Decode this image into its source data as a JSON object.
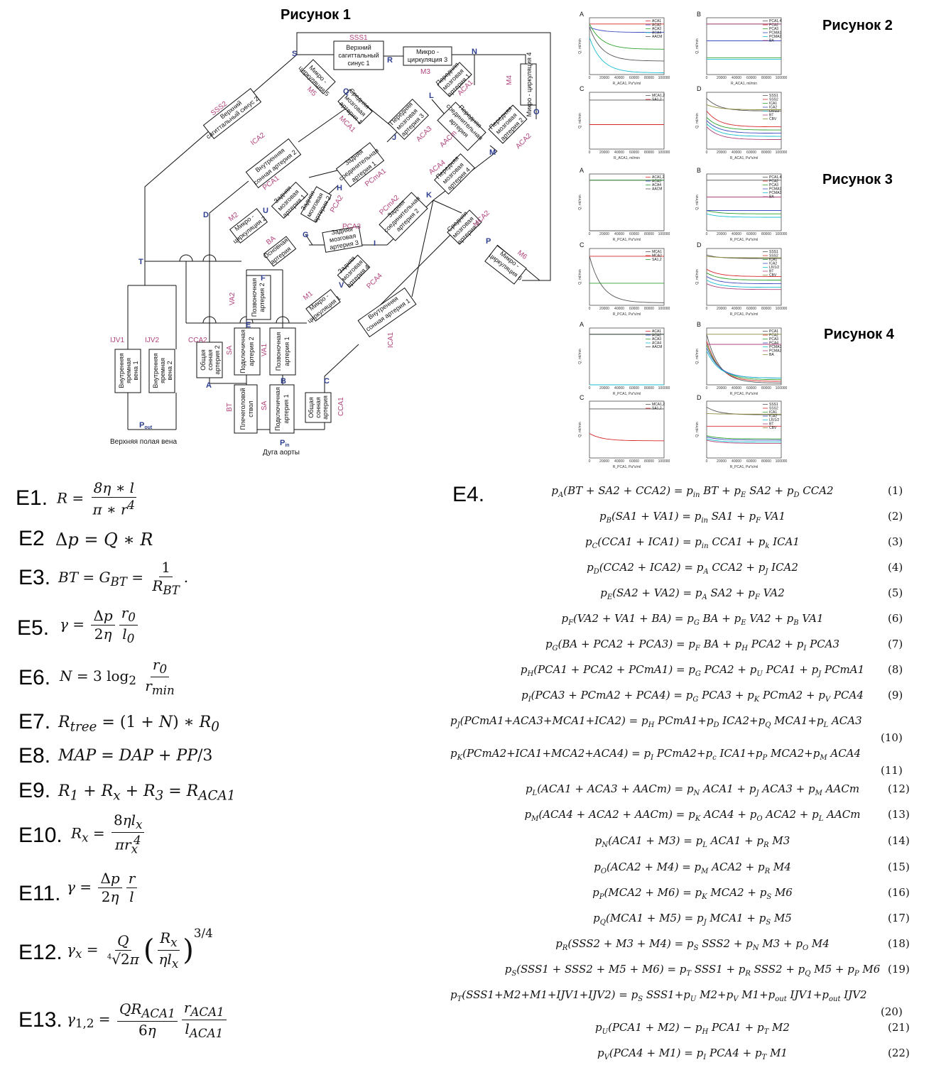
{
  "figures": {
    "fig1_title": "Рисунок 1",
    "fig2_title": "Рисунок 2",
    "fig3_title": "Рисунок 3",
    "fig4_title": "Рисунок 4"
  },
  "diagram": {
    "nodes": [
      "S",
      "R",
      "N",
      "O",
      "L",
      "J",
      "M",
      "K",
      "D",
      "U",
      "H",
      "G",
      "I",
      "P",
      "T",
      "F",
      "E",
      "V",
      "A",
      "B",
      "C"
    ],
    "vessel_labels": [
      "SSS1",
      "SSS2",
      "M3",
      "M4",
      "M5",
      "ACA1",
      "ACA2",
      "ACA3",
      "AACm",
      "MCA1",
      "ICA2",
      "PCA1",
      "PCmA1",
      "ACA4",
      "M2",
      "PCA2",
      "PCA3",
      "PCmA2",
      "MCA2",
      "BA",
      "M6",
      "VA2",
      "M1",
      "PCA4",
      "IJV1",
      "IJV2",
      "CCA2",
      "SA",
      "VA1",
      "BT",
      "SA",
      "ICA1",
      "CCA1"
    ],
    "boxes": {
      "sss1": "Верхний сагиттальный синус 1",
      "m3": "Микро - циркуляция 3",
      "m4": "Микро - циркуляция 4",
      "m5": "Микро - циркуляция 5",
      "mca1": "Средняя мозговая артерия 1",
      "aca1": "Передняя мозговая артерия 1",
      "sss2": "Верхний сагиттальный синус 2",
      "aca3": "Передняя мозговая артерия 3",
      "aacm": "Передняя соединительная артерия",
      "aca2": "Передняя мозговая артерия 2",
      "ica2": "Внутренняя сонная артерия 2",
      "pcma1": "Задняя соединительная артерия 1",
      "pca1": "Задняя мозговая артерия 1",
      "pca2": "Задняя мозговая артерия 2",
      "aca4": "Передняя мозговая артерия 4",
      "m2": "Микро - циркуляция 2",
      "pcma2": "Задняя соединительная артерия 2",
      "pca3": "Задняя мозговая артерия 3",
      "mca2": "Средняя мозговая артерия 2",
      "ba": "Основная артерия",
      "m6": "Микро - циркуляция 6",
      "pca4": "Задняя мозговая артерия 4",
      "va2": "Позвоночная артерия 2",
      "m1": "Микро - циркуляция 1",
      "ica1": "Внутренняя сонная артерия 1",
      "ijv1": "Внутренняя яремная вена 1",
      "ijv2": "Внутренняя яремная вена 2",
      "cca2": "Общая сонная артерия 2",
      "sa2": "Подключичная артерия 2",
      "va1": "Позвоночная артерия 1",
      "bt": "Плечеголовой ствол",
      "sa1": "Подключичная артерия 1",
      "cca1": "Общая сонная артерия"
    },
    "p_out": "P",
    "p_out_sub": "out",
    "p_in": "P",
    "p_in_sub": "in",
    "svc": "Верхняя полая вена",
    "aortic_arch": "Дуга аорты"
  },
  "equations": {
    "E1": "E1.",
    "E2": "E2",
    "E3": "E3.",
    "E4": "E4.",
    "E5": "E5.",
    "E6": "E6.",
    "E7": "E7.",
    "E8": "E8.",
    "E9": "E9.",
    "E10": "E10.",
    "E11": "E11.",
    "E12": "E12.",
    "E13": "E13."
  },
  "e4_lines": [
    {
      "text": "p_A(BT + SA2 + CCA2) = p_in BT + p_E SA2 + p_D CCA2",
      "num": "(1)"
    },
    {
      "text": "p_B(SA1 + VA1) = p_in SA1 + p_F VA1",
      "num": "(2)"
    },
    {
      "text": "p_C(CCA1 + ICA1) = p_in CCA1 + p_k ICA1",
      "num": "(3)"
    },
    {
      "text": "p_D(CCA2 + ICA2) = p_A CCA2 + p_J ICA2",
      "num": "(4)"
    },
    {
      "text": "p_E(SA2 + VA2) = p_A SA2 + p_F VA2",
      "num": "(5)"
    },
    {
      "text": "p_F(VA2 + VA1 + BA) = p_G BA + p_E VA2 + p_B VA1",
      "num": "(6)"
    },
    {
      "text": "p_G(BA + PCA2 + PCA3) = p_F BA + p_H PCA2 + p_I PCA3",
      "num": "(7)"
    },
    {
      "text": "p_H(PCA1 + PCA2 + PCmA1) = p_G PCA2 + p_U PCA1 + p_J PCmA1",
      "num": "(8)"
    },
    {
      "text": "p_I(PCA3 + PCmA2 + PCA4) = p_G PCA3 + p_K PCmA2 + p_V PCA4",
      "num": "(9)"
    },
    {
      "text": "p_J(PCmA1+ACA3+MCA1+ICA2) = p_H PCmA1+p_D ICA2+p_Q MCA1+p_L ACA3",
      "num": "(10)"
    },
    {
      "text": "p_K(PCmA2+ICA1+MCA2+ACA4) = p_I PCmA2+p_c ICA1+p_P MCA2+p_M ACA4",
      "num": "(11)"
    },
    {
      "text": "p_L(ACA1 + ACA3 + AACm) = p_N ACA1 + p_J ACA3 + p_M AACm",
      "num": "(12)"
    },
    {
      "text": "p_M(ACA4 + ACA2 + AACm) = p_K ACA4 + p_O ACA2 + p_L AACm",
      "num": "(13)"
    },
    {
      "text": "p_N(ACA1 + M3) = p_L ACA1 + p_R M3",
      "num": "(14)"
    },
    {
      "text": "p_O(ACA2 + M4) = p_M ACA2 + p_R M4",
      "num": "(15)"
    },
    {
      "text": "p_P(MCA2 + M6) = p_K MCA2 + p_S M6",
      "num": "(16)"
    },
    {
      "text": "p_Q(MCA1 + M5) = p_J MCA1 + p_S M5",
      "num": "(17)"
    },
    {
      "text": "p_R(SSS2 + M3 + M4) = p_S SSS2 + p_N M3 + p_O M4",
      "num": "(18)"
    },
    {
      "text": "p_S(SSS1 + SSS2 + M5 + M6) = p_T SSS1 + p_R SSS2 + p_Q M5 + p_P M6",
      "num": "(19)"
    },
    {
      "text": "p_T(SSS1+M2+M1+IJV1+IJV2) = p_S SSS1+p_U M2+p_V M1+p_out IJV1+p_out IJV2",
      "num": "(20)"
    },
    {
      "text": "p_U(PCA1 + M2) − p_H PCA1 + p_T M2",
      "num": "(21)"
    },
    {
      "text": "p_V(PCA4 + M1) = p_I PCA4 + p_T M1",
      "num": "(22)"
    }
  ],
  "chart_data": [
    {
      "type": "line",
      "panel": "Рисунок 2 A",
      "xlabel": "R_ACA1, Pa*s/ml",
      "ylabel": "Q, ml/min",
      "xlim": [
        0,
        100000
      ],
      "x": [
        0,
        100000
      ],
      "series": [
        {
          "name": "ACA1",
          "color": "#d62728",
          "y_start": 150,
          "y_end": 150
        },
        {
          "name": "ACA2",
          "color": "#3b4cc0",
          "y_start": 140,
          "y_end": 125
        },
        {
          "name": "ACA3",
          "color": "#2ca02c",
          "y_start": 150,
          "y_end": 75
        },
        {
          "name": "ACA4",
          "color": "#17becf",
          "y_start": 110,
          "y_end": 5
        },
        {
          "name": "AACM",
          "color": "#555555",
          "y_start": 140,
          "y_end": 40
        }
      ]
    },
    {
      "type": "line",
      "panel": "Рисунок 2 B",
      "xlabel": "R_ACA1, ml/min",
      "ylabel": "Q, ml/min",
      "xlim": [
        0,
        100000
      ],
      "series": [
        {
          "name": "PCA1,4",
          "color": "#555555",
          "y_start": 150,
          "y_end": 150
        },
        {
          "name": "PCA2",
          "color": "#d62728",
          "y_start": 100,
          "y_end": 100
        },
        {
          "name": "PCA3",
          "color": "#2ca02c",
          "y_start": 50,
          "y_end": 50
        },
        {
          "name": "PCMA1",
          "color": "#3b4cc0",
          "y_start": 100,
          "y_end": 100
        },
        {
          "name": "PCMA2",
          "color": "#17becf",
          "y_start": 45,
          "y_end": 45
        },
        {
          "name": "BA",
          "color": "#b0447c",
          "y_start": 150,
          "y_end": 150
        }
      ]
    },
    {
      "type": "line",
      "panel": "Рисунок 2 C",
      "xlabel": "R_ACA1, ml/min",
      "ylabel": "Q, ml/min",
      "xlim": [
        0,
        100000
      ],
      "series": [
        {
          "name": "MCA1,2",
          "color": "#555555",
          "y_start": 100,
          "y_end": 100
        },
        {
          "name": "SA1,2",
          "color": "#d62728",
          "y_start": 50,
          "y_end": 50
        }
      ]
    },
    {
      "type": "line",
      "panel": "Рисунок 2 D",
      "xlabel": "R_ACA1, Pa*s/ml",
      "ylabel": "Q, ml/min",
      "xlim": [
        0,
        100000
      ],
      "series": [
        {
          "name": "SSS1",
          "color": "#555555",
          "y_start": 800,
          "y_end": 600
        },
        {
          "name": "SSS2",
          "color": "#d62728",
          "y_start": 600,
          "y_end": 350
        },
        {
          "name": "ICA1",
          "color": "#2ca02c",
          "y_start": 500,
          "y_end": 300
        },
        {
          "name": "ICA2",
          "color": "#3b4cc0",
          "y_start": 450,
          "y_end": 250
        },
        {
          "name": "IJV1/2",
          "color": "#17becf",
          "y_start": 400,
          "y_end": 200
        },
        {
          "name": "BT",
          "color": "#b0447c",
          "y_start": 350,
          "y_end": 150
        },
        {
          "name": "CBV",
          "color": "#8c8c3c",
          "y_start": 700,
          "y_end": 620
        }
      ]
    },
    {
      "type": "line",
      "panel": "Рисунок 3 A",
      "xlabel": "R_PCA1, Pa*s/ml",
      "ylabel": "Q, ml/min",
      "xlim": [
        0,
        100000
      ],
      "series": [
        {
          "name": "ACA1,2",
          "color": "#d62728",
          "y_start": 150,
          "y_end": 150
        },
        {
          "name": "ACA3",
          "color": "#3b4cc0",
          "y_start": 150,
          "y_end": 150
        },
        {
          "name": "ACA4",
          "color": "#2ca02c",
          "y_start": 150,
          "y_end": 150
        },
        {
          "name": "AACM",
          "color": "#555555",
          "y_start": 0,
          "y_end": 0
        }
      ]
    },
    {
      "type": "line",
      "panel": "Рисунок 3 B",
      "xlabel": "R_PCA1, Pa*s/ml",
      "ylabel": "Q, ml/min",
      "xlim": [
        0,
        100000
      ],
      "series": [
        {
          "name": "PCA1,4",
          "color": "#555555",
          "y_start": 150,
          "y_end": 150
        },
        {
          "name": "PCA2",
          "color": "#d62728",
          "y_start": 100,
          "y_end": 100
        },
        {
          "name": "PCA3",
          "color": "#2ca02c",
          "y_start": 60,
          "y_end": 50
        },
        {
          "name": "PCMA1",
          "color": "#3b4cc0",
          "y_start": 60,
          "y_end": 60
        },
        {
          "name": "PCMA2",
          "color": "#17becf",
          "y_start": 50,
          "y_end": 40
        },
        {
          "name": "BA",
          "color": "#b0447c",
          "y_start": 100,
          "y_end": 100
        }
      ]
    },
    {
      "type": "line",
      "panel": "Рисунок 3 C",
      "xlabel": "R_PCA1, Pa*s/ml",
      "ylabel": "Q, ml/min",
      "xlim": [
        0,
        100000
      ],
      "series": [
        {
          "name": "MCA1",
          "color": "#555555",
          "y_start": 100,
          "y_end": 5
        },
        {
          "name": "MCA2",
          "color": "#d62728",
          "y_start": 100,
          "y_end": 100
        },
        {
          "name": "SA1,2",
          "color": "#2ca02c",
          "y_start": 45,
          "y_end": 45
        }
      ]
    },
    {
      "type": "line",
      "panel": "Рисунок 3 D",
      "xlabel": "R_PCA1, Pa*s/ml",
      "ylabel": "Q, ml/min",
      "xlim": [
        0,
        100000
      ],
      "series": [
        {
          "name": "SSS1",
          "color": "#555555",
          "y_start": 700,
          "y_end": 650
        },
        {
          "name": "SSS2",
          "color": "#d62728",
          "y_start": 500,
          "y_end": 400
        },
        {
          "name": "ICA1",
          "color": "#2ca02c",
          "y_start": 450,
          "y_end": 350
        },
        {
          "name": "ICA2",
          "color": "#3b4cc0",
          "y_start": 400,
          "y_end": 300
        },
        {
          "name": "IJV1/2",
          "color": "#17becf",
          "y_start": 350,
          "y_end": 250
        },
        {
          "name": "BT",
          "color": "#b0447c",
          "y_start": 300,
          "y_end": 220
        },
        {
          "name": "CBV",
          "color": "#8c8c3c",
          "y_start": 680,
          "y_end": 660
        }
      ]
    },
    {
      "type": "line",
      "panel": "Рисунок 4 A",
      "xlabel": "R_PCA1, Pa*s/ml",
      "ylabel": "Q, ml/min",
      "xlim": [
        0,
        100000
      ],
      "series": [
        {
          "name": "ACA1",
          "color": "#d62728",
          "y_start": 150,
          "y_end": 150
        },
        {
          "name": "ACA2",
          "color": "#3b4cc0",
          "y_start": 150,
          "y_end": 150
        },
        {
          "name": "ACA3",
          "color": "#2ca02c",
          "y_start": 150,
          "y_end": 150
        },
        {
          "name": "ACA4",
          "color": "#17becf",
          "y_start": 0,
          "y_end": 0
        },
        {
          "name": "AACM",
          "color": "#555555",
          "y_start": 150,
          "y_end": 150
        }
      ]
    },
    {
      "type": "line",
      "panel": "Рисунок 4 B",
      "xlabel": "R_PCA1, Pa*s/ml",
      "ylabel": "Q, ml/min",
      "xlim": [
        0,
        100000
      ],
      "series": [
        {
          "name": "PCA1",
          "color": "#555555",
          "y_start": 150,
          "y_end": 5
        },
        {
          "name": "PCA2",
          "color": "#d62728",
          "y_start": 130,
          "y_end": 10
        },
        {
          "name": "PCA3",
          "color": "#2ca02c",
          "y_start": 120,
          "y_end": 15
        },
        {
          "name": "PCA4",
          "color": "#3b4cc0",
          "y_start": 110,
          "y_end": 20
        },
        {
          "name": "PCMA1",
          "color": "#17becf",
          "y_start": 100,
          "y_end": 20
        },
        {
          "name": "PCMA2",
          "color": "#b0447c",
          "y_start": 120,
          "y_end": 120
        },
        {
          "name": "BA",
          "color": "#8c8c3c",
          "y_start": 150,
          "y_end": 150
        }
      ]
    },
    {
      "type": "line",
      "panel": "Рисунок 4 C",
      "xlabel": "R_PCA1, Pa*s/ml",
      "ylabel": "Q, ml/min",
      "xlim": [
        0,
        100000
      ],
      "series": [
        {
          "name": "MCA1,2",
          "color": "#555555",
          "y_start": 100,
          "y_end": 100
        },
        {
          "name": "SA1,2",
          "color": "#d62728",
          "y_start": 50,
          "y_end": 35
        }
      ]
    },
    {
      "type": "line",
      "panel": "Рисунок 4 D",
      "xlabel": "R_PCA1, Pa*s/ml",
      "ylabel": "Q, ml/min",
      "xlim": [
        0,
        100000
      ],
      "series": [
        {
          "name": "SSS1",
          "color": "#555555",
          "y_start": 800,
          "y_end": 680
        },
        {
          "name": "SSS2",
          "color": "#d62728",
          "y_start": 500,
          "y_end": 500
        },
        {
          "name": "ICA1",
          "color": "#2ca02c",
          "y_start": 350,
          "y_end": 300
        },
        {
          "name": "ICA2",
          "color": "#3b4cc0",
          "y_start": 330,
          "y_end": 280
        },
        {
          "name": "IJV1/2",
          "color": "#17becf",
          "y_start": 300,
          "y_end": 250
        },
        {
          "name": "BT",
          "color": "#b0447c",
          "y_start": 280,
          "y_end": 230
        },
        {
          "name": "CBV",
          "color": "#8c8c3c",
          "y_start": 700,
          "y_end": 690
        }
      ]
    }
  ]
}
